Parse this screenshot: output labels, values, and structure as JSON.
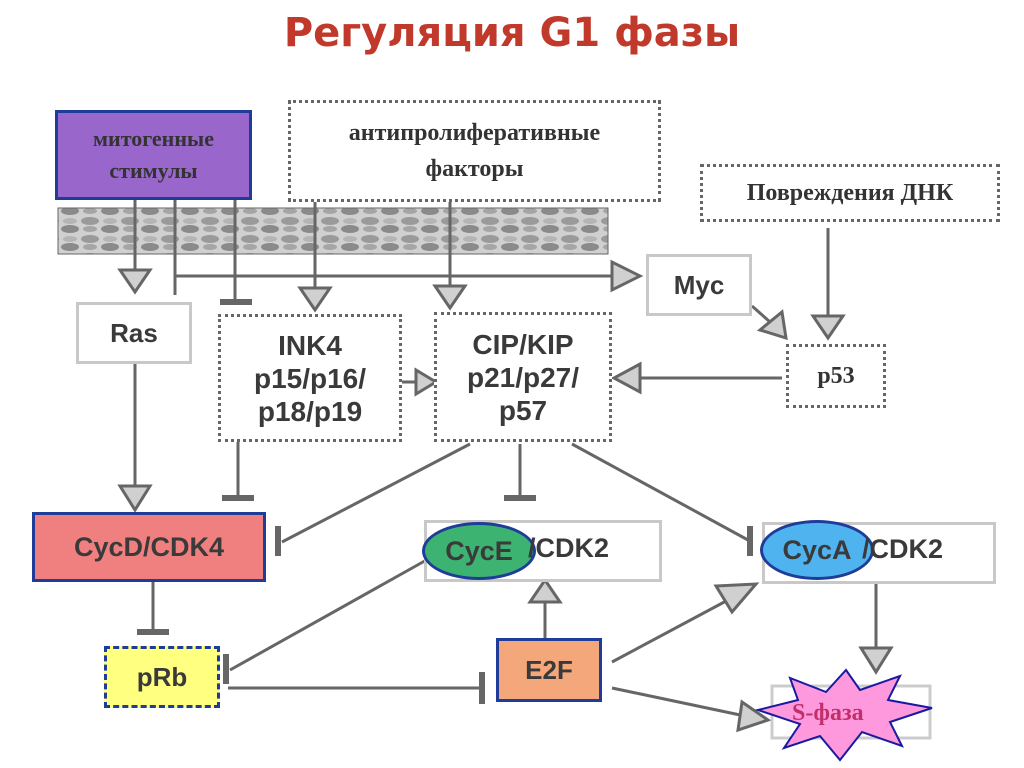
{
  "title": "Регуляция G1 фазы",
  "nodes": {
    "mitogenic": "митогенные стимулы",
    "antiprolif": "антипролиферативные факторы",
    "dna_damage": "Повреждения ДНК",
    "myc": "Myc",
    "ras": "Ras",
    "ink4": "INK4 p15/p16/ p18/p19",
    "cipkip": "CIP/KIP p21/p27/ p57",
    "p53": "p53",
    "cycd": "CycD/CDK4",
    "cyce": "CycE",
    "cyce_cdk": "/CDK2",
    "cyca": "CycA",
    "cyca_cdk": "/CDK2",
    "prb": "pRb",
    "e2f": "E2F",
    "sphase": "S-фаза"
  },
  "colors": {
    "title": "#c0392b",
    "mitogenic_fill": "#9966cc",
    "cycd_fill": "#f08080",
    "cyce_ellipse": "#3cb371",
    "cyca_ellipse": "#4fb3f0",
    "prb_fill": "#ffff80",
    "e2f_fill": "#f4a77a",
    "sphase_star": "#ff99dd"
  }
}
